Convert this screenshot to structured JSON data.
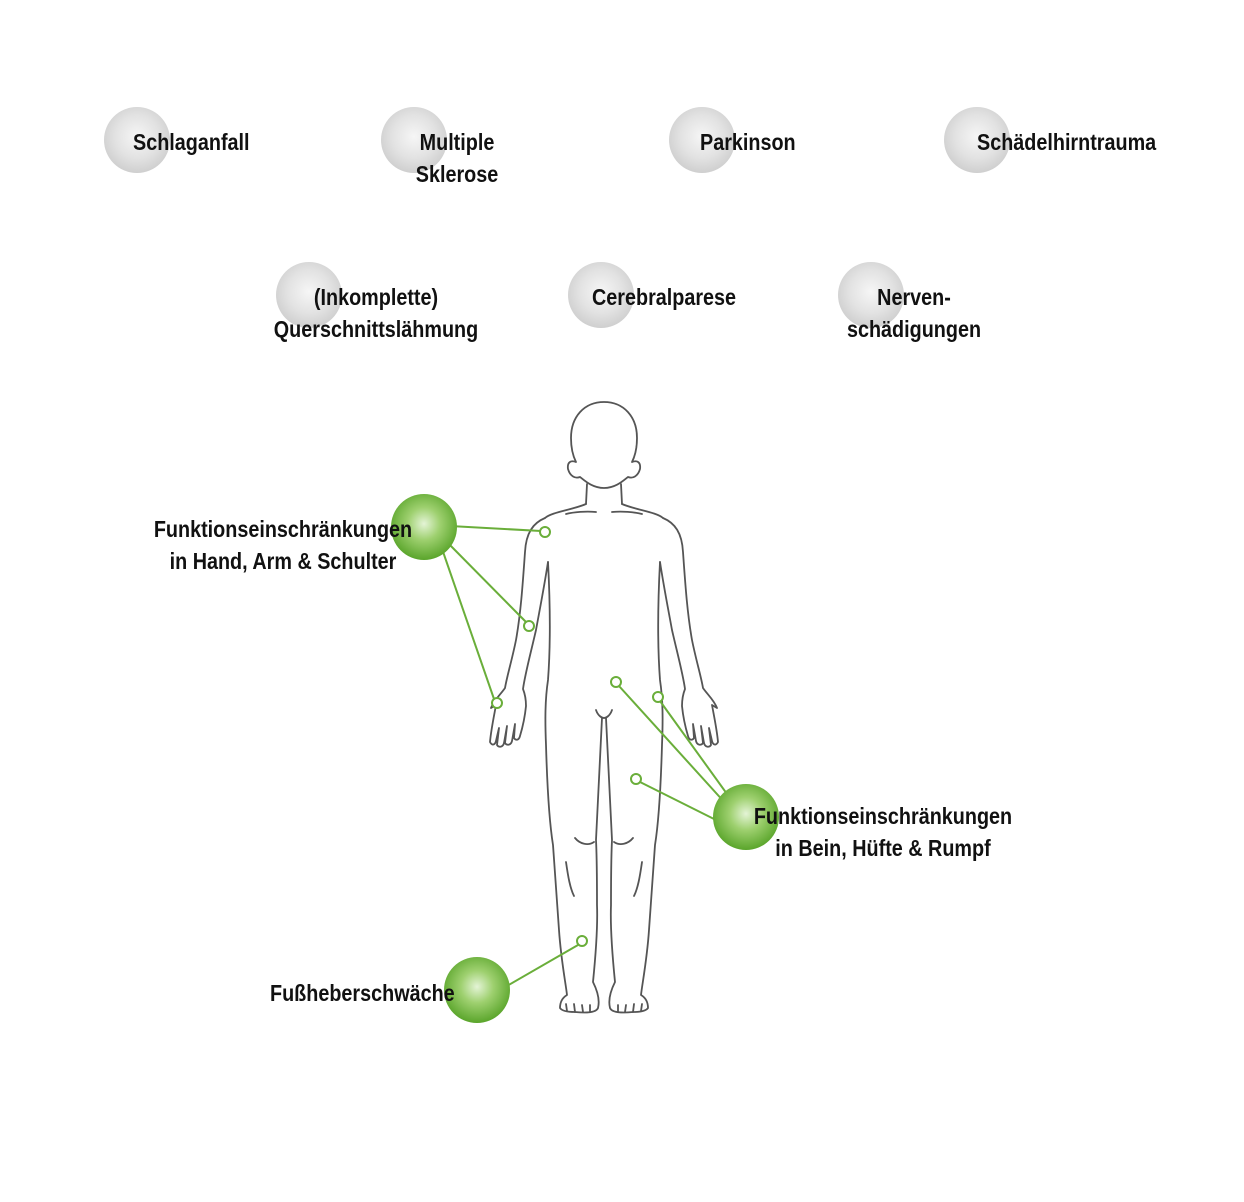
{
  "conditions": [
    {
      "id": "schlaganfall",
      "lines": [
        "Schlaganfall"
      ]
    },
    {
      "id": "multiple-sklerose",
      "lines": [
        "Multiple",
        "Sklerose"
      ]
    },
    {
      "id": "parkinson",
      "lines": [
        "Parkinson"
      ]
    },
    {
      "id": "schaedelhirntrauma",
      "lines": [
        "Schädelhirntrauma"
      ]
    },
    {
      "id": "querschnittslaehmung",
      "lines": [
        "(Inkomplette)",
        "Querschnittslähmung"
      ]
    },
    {
      "id": "cerebralparese",
      "lines": [
        "Cerebralparese"
      ]
    },
    {
      "id": "nervenschaedigungen",
      "lines": [
        "Nerven-",
        "schädigungen"
      ]
    }
  ],
  "impairments": [
    {
      "id": "hand-arm-schulter",
      "lines": [
        "Funktionseinschränkungen",
        "in Hand, Arm & Schulter"
      ]
    },
    {
      "id": "bein-huefte-rumpf",
      "lines": [
        "Funktionseinschränkungen",
        "in Bein, Hüfte & Rumpf"
      ]
    },
    {
      "id": "fussheberschwaeche",
      "lines": [
        "Fußheberschwäche"
      ]
    }
  ],
  "colors": {
    "accent_green": "#6aae3a",
    "bubble_gray": "#d9d9d9",
    "outline": "#555555",
    "text": "#111111"
  }
}
